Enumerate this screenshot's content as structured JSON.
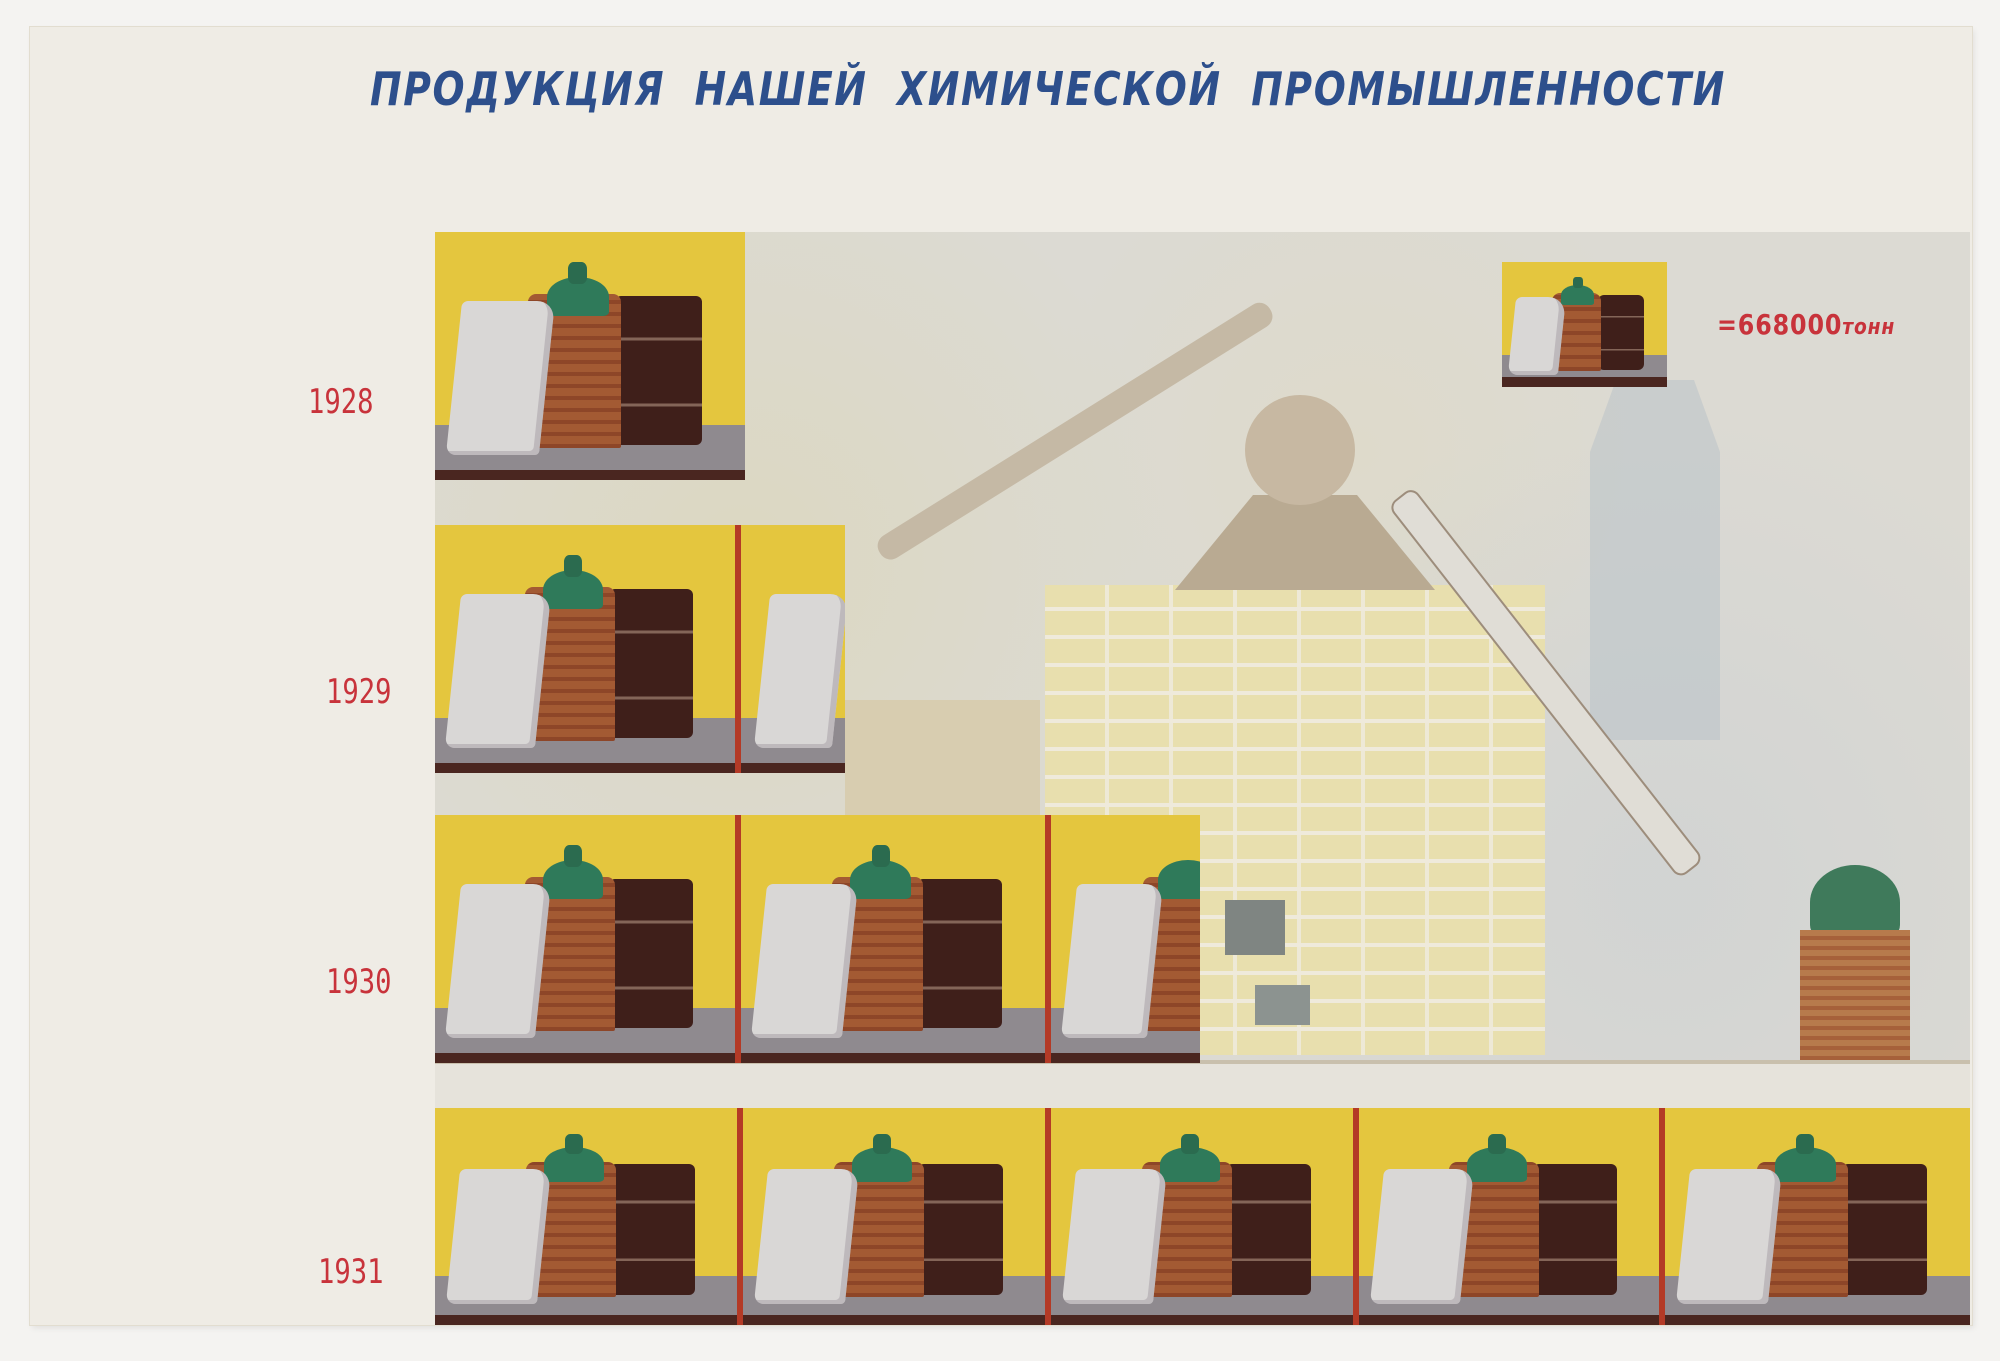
{
  "title": "ПРОДУКЦИЯ НАШЕЙ ХИМИЧЕСКОЙ ПРОМЫШЛЕННОСТИ",
  "legend": {
    "symbol": "sack-carboy-barrel-pictogram",
    "equals": "=",
    "value": "668000",
    "unit": "тонн"
  },
  "years": [
    {
      "label": "1928",
      "units": 1
    },
    {
      "label": "1929",
      "units": 1.4
    },
    {
      "label": "1930",
      "units": 2.5
    },
    {
      "label": "1931",
      "units": 5
    }
  ],
  "colors": {
    "title": "#2d4f8c",
    "labels": "#c8333b",
    "tile_background": "#e4c63e",
    "tile_divider": "#b43a26"
  },
  "chart_data": {
    "type": "bar",
    "subtype": "pictogram (isotype)",
    "title": "ПРОДУКЦИЯ НАШЕЙ ХИМИЧЕСКОЙ ПРОМЫШЛЕННОСТИ",
    "categories": [
      "1928",
      "1929",
      "1930",
      "1931"
    ],
    "unit_symbol_value": 668000,
    "unit_label": "тонн",
    "symbols_per_category": [
      1,
      1.4,
      2.5,
      5
    ],
    "values": [
      668000,
      935200,
      1670000,
      3340000
    ],
    "orientation": "horizontal",
    "xlabel": "",
    "ylabel": "",
    "legend": "1 symbol = 668000 тонн",
    "legend_position": "top-right",
    "grid": false
  }
}
